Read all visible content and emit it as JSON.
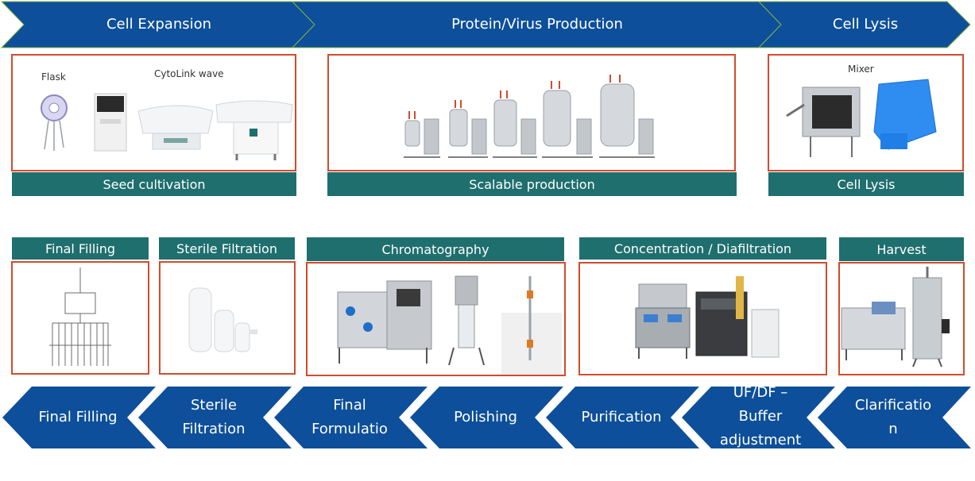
{
  "colors": {
    "chevron_fill": "#0d4f9a",
    "chevron_stroke": "#7fb441",
    "bar_fill": "#1f6f6e",
    "box_border": "#d24b2c"
  },
  "top_stages": [
    {
      "label": "Cell Expansion"
    },
    {
      "label": "Protein/Virus Production"
    },
    {
      "label": "Cell Lysis"
    }
  ],
  "top_panels": [
    {
      "title": "Seed cultivation",
      "captions": [
        "Flask",
        "CytoLink wave"
      ]
    },
    {
      "title": "Scalable production",
      "captions": []
    },
    {
      "title": "Cell Lysis",
      "captions": [
        "Mixer"
      ]
    }
  ],
  "bottom_panels": [
    {
      "title": "Final Filling"
    },
    {
      "title": "Sterile Filtration"
    },
    {
      "title": "Chromatography"
    },
    {
      "title": "Concentration  / Diafiltration"
    },
    {
      "title": "Harvest"
    }
  ],
  "bottom_stages": [
    {
      "label": "Final Filling"
    },
    {
      "label": "Sterile\nFiltration"
    },
    {
      "label": "Final\nFormulatio"
    },
    {
      "label": "Polishing"
    },
    {
      "label": "Purification"
    },
    {
      "label": "UF/DF –\nBuffer\nadjustment"
    },
    {
      "label": "Clarificatio\nn"
    }
  ]
}
